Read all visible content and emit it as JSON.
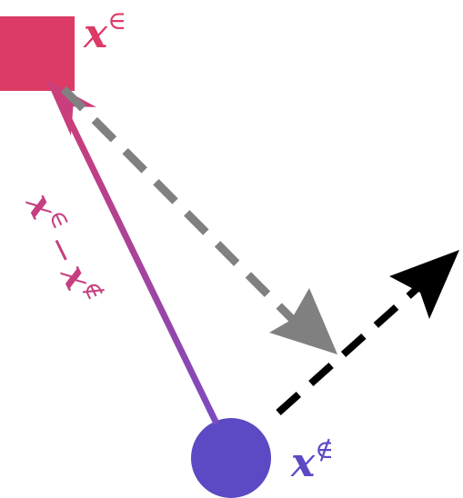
{
  "colors": {
    "square": "#dc3b65",
    "circle": "#5b4ac4",
    "arrow_start": "#9a4bb0",
    "arrow_end": "#cf3d78",
    "gray_arrow": "#808080",
    "black_arrow": "#000000"
  },
  "labels": {
    "x_in": {
      "base": "x",
      "sup": "∈"
    },
    "x_notin": {
      "base": "x",
      "sup": "∉"
    },
    "difference": {
      "a": "x",
      "a_sup": "∈",
      "minus": "−",
      "b": "x",
      "b_sup": "∉"
    }
  }
}
